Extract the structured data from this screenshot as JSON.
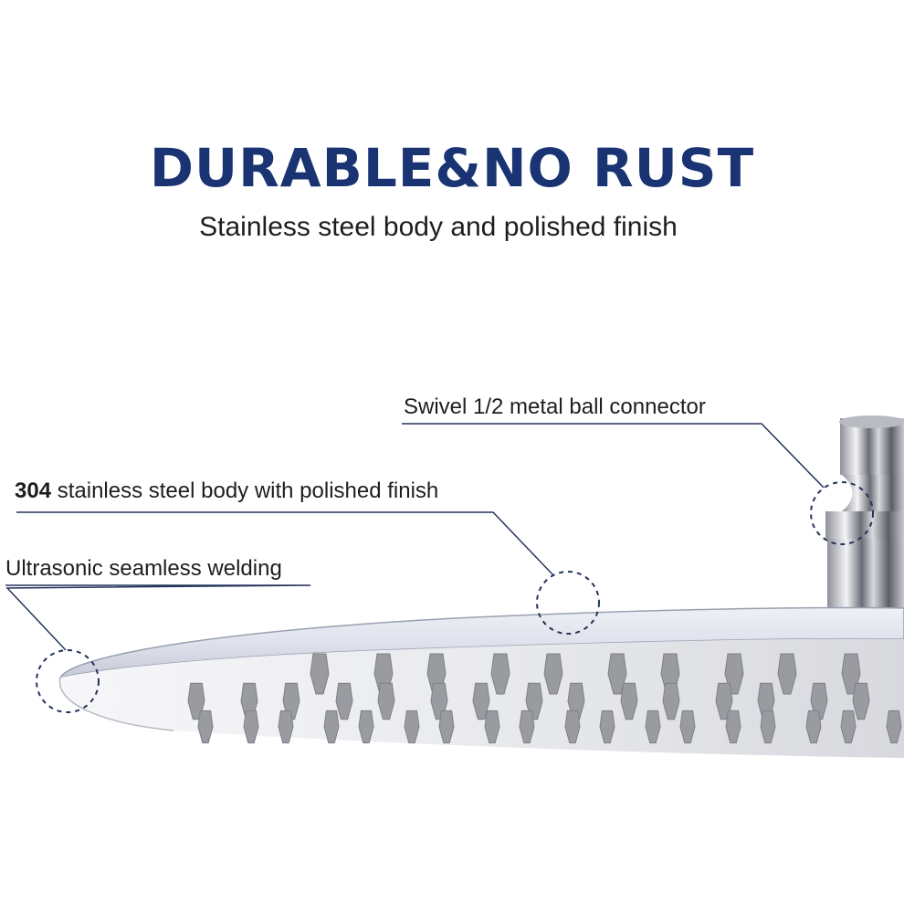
{
  "headline": "DURABLE&NO RUST",
  "subheadline": "Stainless steel body and polished finish",
  "callouts": {
    "connector": "Swivel 1/2 metal ball connector",
    "body_prefix": "304",
    "body_text": "stainless steel body with polished finish",
    "welding": "Ultrasonic seamless welding"
  },
  "colors": {
    "headline": "#1a3473",
    "callout_line": "#24345a"
  }
}
